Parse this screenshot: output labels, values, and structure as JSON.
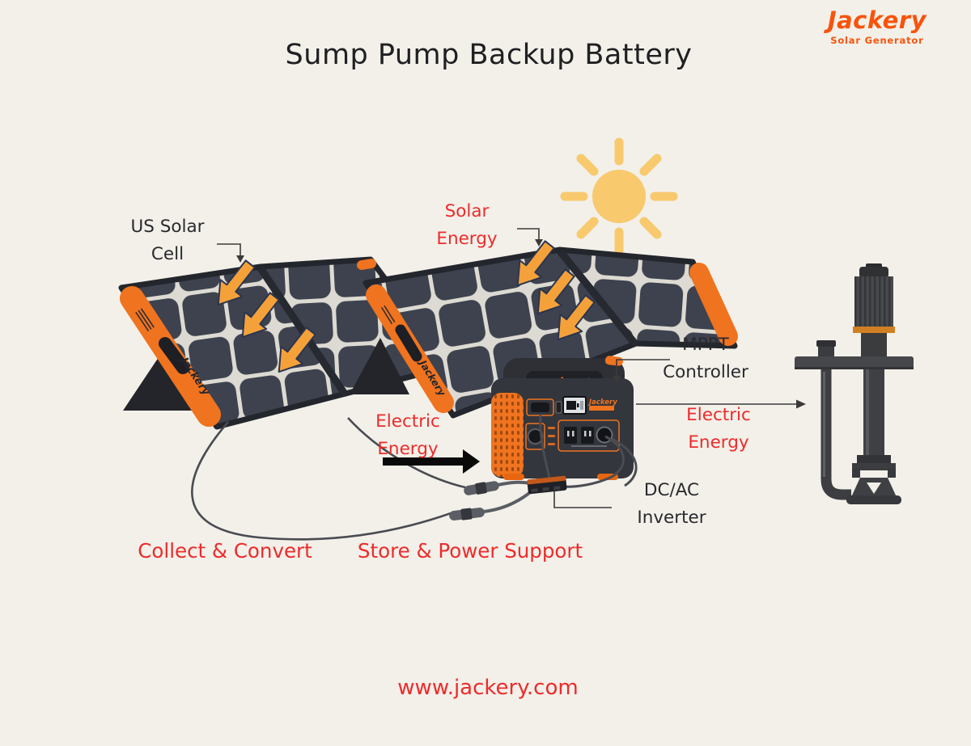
{
  "page": {
    "title": "Sump Pump Backup Battery",
    "website": "www.jackery.com"
  },
  "logo": {
    "brand": "Jackery",
    "tagline": "Solar Generator"
  },
  "labels": {
    "us_solar_cell": {
      "line1": "US Solar",
      "line2": "Cell"
    },
    "solar_energy": {
      "line1": "Solar",
      "line2": "Energy"
    },
    "mppt": {
      "line1": "MPPT",
      "line2": "Controller"
    },
    "electric_left": {
      "line1": "Electric",
      "line2": "Energy"
    },
    "electric_right": {
      "line1": "Electric",
      "line2": "Energy"
    },
    "dc_ac": {
      "line1": "DC/AC",
      "line2": "Inverter"
    }
  },
  "captions": {
    "collect": "Collect & Convert",
    "store": "Store & Power Support"
  },
  "devices": {
    "brand": "Jackery"
  },
  "colors": {
    "background": "#F2F0E9",
    "brand_orange": "#F9530B",
    "device_orange": "#F0731F",
    "label_red": "#ED2B2B",
    "text_dark": "#2A2A2E",
    "sun_yellow": "#F8C96D",
    "arrow_orange": "#F5A13A",
    "panel_cell_dark": "#3D424E",
    "cable_gray": "#4A4C52"
  }
}
